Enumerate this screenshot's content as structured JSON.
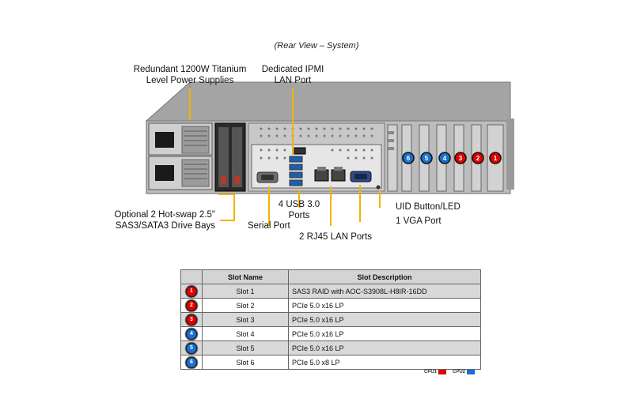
{
  "caption": "(Rear View – System)",
  "callouts": {
    "psu_line1": "Redundant  1200W Titanium",
    "psu_line2": "Level Power Supplies",
    "ipmi_line1": "Dedicated IPMI",
    "ipmi_line2": "LAN Port",
    "drive_line1": "Optional 2 Hot-swap 2.5\"",
    "drive_line2": "SAS3/SATA3 Drive Bays",
    "usb_line1": "4 USB 3.0",
    "usb_line2": "Ports",
    "serial": "Serial Port",
    "rj45": "2 RJ45 LAN Ports",
    "uid": "UID Button/LED",
    "vga": "1 VGA Port"
  },
  "table": {
    "headers": [
      "",
      "Slot Name",
      "Slot Description"
    ],
    "rows": [
      {
        "num": "1",
        "cpu": "CPU1",
        "name": "Slot 1",
        "desc": "SAS3 RAID  with AOC-S3908L-H8IR-16DD"
      },
      {
        "num": "2",
        "cpu": "CPU1",
        "name": "Slot 2",
        "desc": "PCIe 5.0 x16 LP"
      },
      {
        "num": "3",
        "cpu": "CPU1",
        "name": "Slot 3",
        "desc": "PCIe 5.0 x16 LP"
      },
      {
        "num": "4",
        "cpu": "CPU2",
        "name": "Slot 4",
        "desc": "PCIe 5.0 x16 LP"
      },
      {
        "num": "5",
        "cpu": "CPU2",
        "name": "Slot 5",
        "desc": "PCIe 5.0 x16 LP"
      },
      {
        "num": "6",
        "cpu": "CPU2",
        "name": "Slot 6",
        "desc": "PCIe 5.0 x8 LP"
      }
    ]
  },
  "legend": {
    "cpu1_label": "CPU1",
    "cpu1_color": "#e00000",
    "cpu2_label": "CPU2",
    "cpu2_color": "#1a6fd0"
  }
}
